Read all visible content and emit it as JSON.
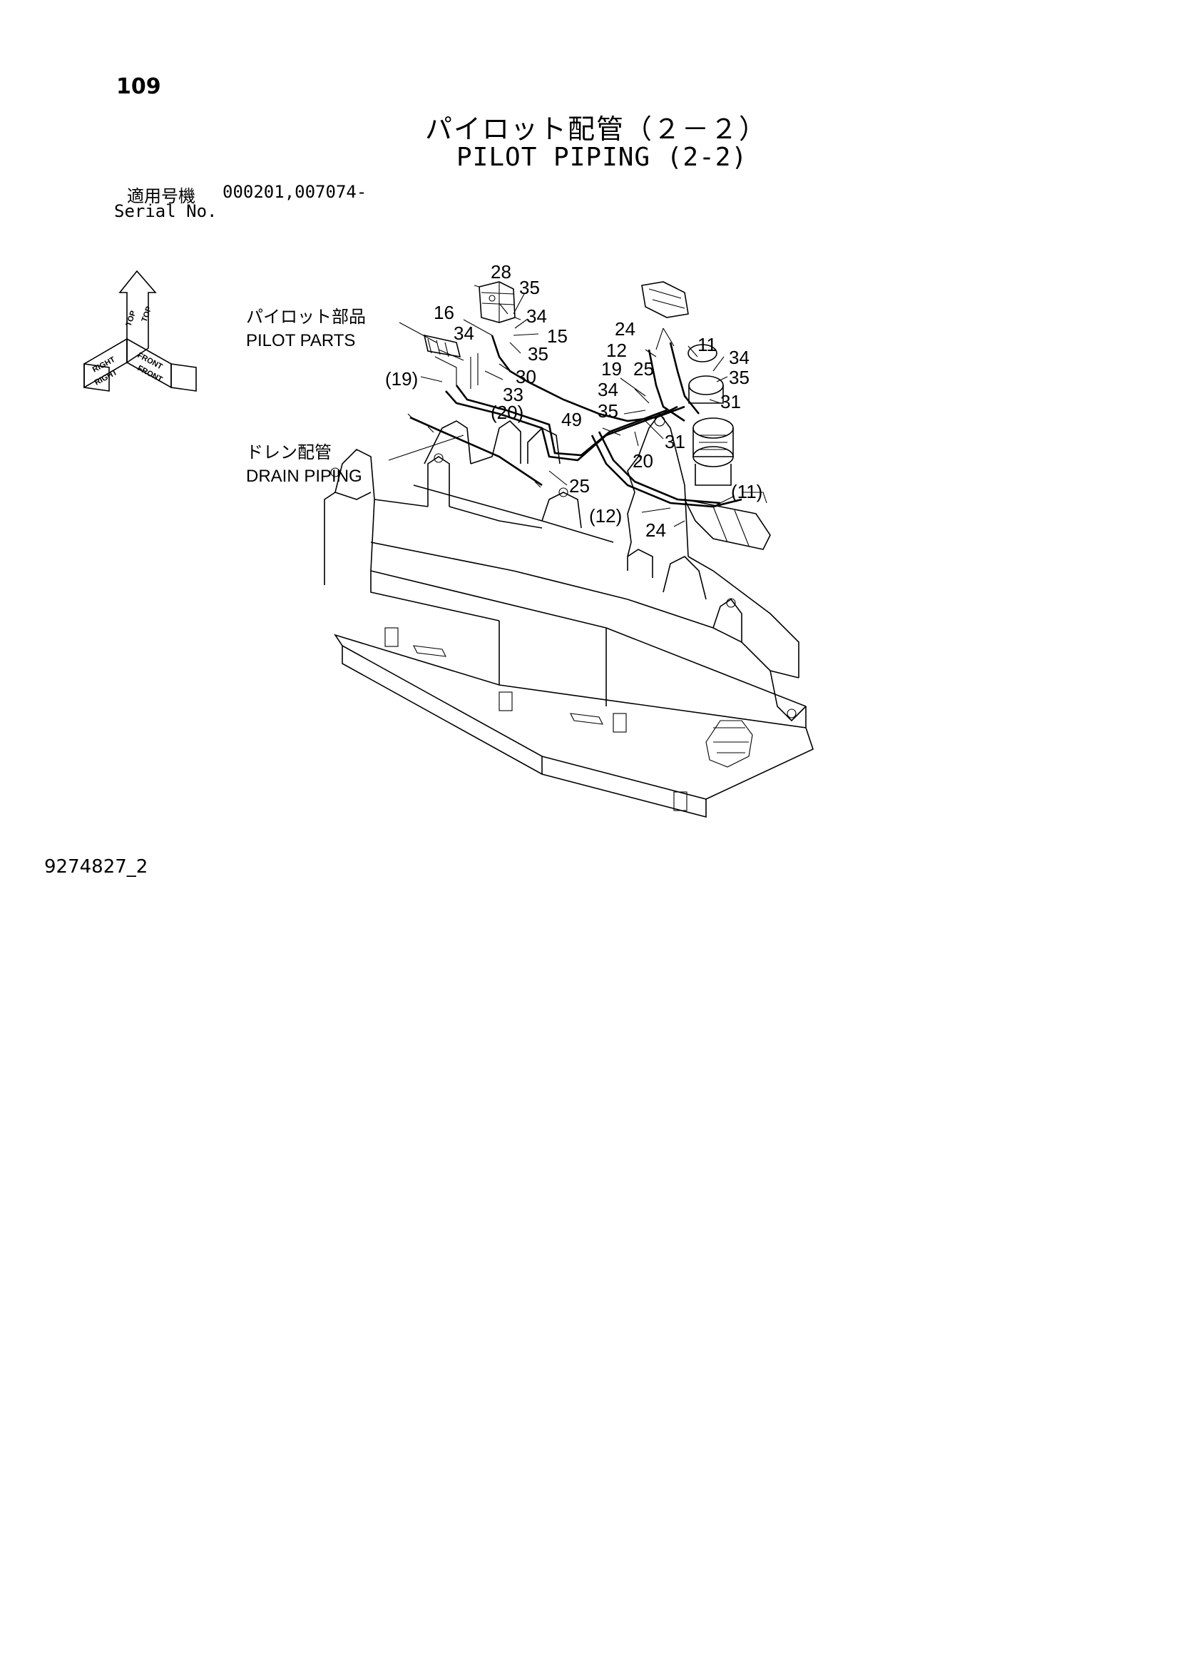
{
  "page_number": "109",
  "title_ja": "パイロット配管（２－２）",
  "title_en": "PILOT PIPING (2-2)",
  "serial": {
    "label_ja": "適用号機",
    "values": "000201,007074-",
    "label_en": "Serial No."
  },
  "orientation": {
    "top": "TOP",
    "right": "RIGHT",
    "front": "FRONT"
  },
  "callouts": {
    "pilot_parts_ja": "パイロット部品",
    "pilot_parts_en": "PILOT  PARTS",
    "drain_piping_ja": "ドレン配管",
    "drain_piping_en": "DRAIN PIPING"
  },
  "part_labels": {
    "p28": "28",
    "p35a": "35",
    "p16": "16",
    "p34a": "34",
    "p34b": "34",
    "p15": "15",
    "p35b": "35",
    "p30": "30",
    "p19a": "(19)",
    "p33": "33",
    "p20a": "(20)",
    "p24a": "24",
    "p12a": "12",
    "p11a": "11",
    "p34c": "34",
    "p35c": "35",
    "p19b": "19",
    "p25a": "25",
    "p34d": "34",
    "p31a": "31",
    "p35d": "35",
    "p49": "49",
    "p31b": "31",
    "p20b": "20",
    "p25b": "25",
    "p11b": "(11)",
    "p12b": "(12)",
    "p24b": "24"
  },
  "drawing_number": "9274827_2"
}
